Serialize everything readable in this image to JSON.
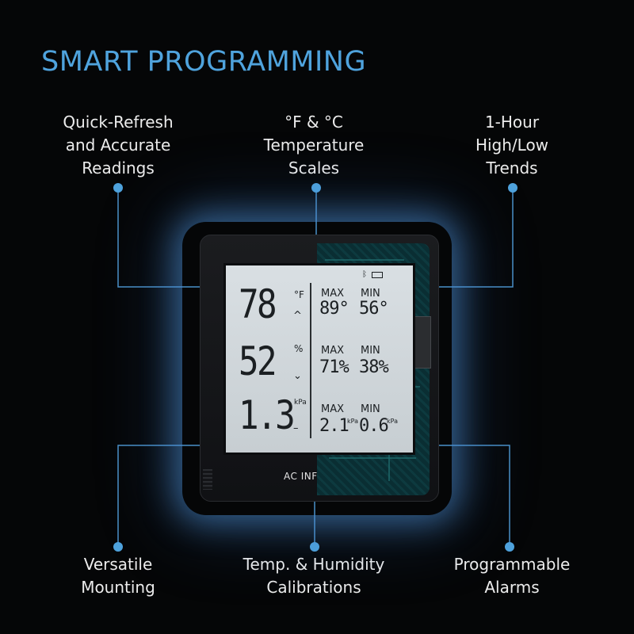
{
  "header": {
    "title": "SMART PROGRAMMING"
  },
  "features": [
    {
      "lines": [
        "Quick-Refresh",
        "and Accurate",
        "Readings"
      ]
    },
    {
      "lines": [
        "°F & °C",
        "Temperature",
        "Scales"
      ]
    },
    {
      "lines": [
        "1-Hour",
        "High/Low",
        "Trends"
      ]
    },
    {
      "lines": [
        "Versatile",
        "Mounting"
      ]
    },
    {
      "lines": [
        "Temp. & Humidity",
        "Calibrations"
      ]
    },
    {
      "lines": [
        "Programmable",
        "Alarms"
      ]
    }
  ],
  "display": {
    "rows": [
      {
        "current": "78",
        "unit": "°F",
        "trend": "^",
        "max_label": "MAX",
        "min_label": "MIN",
        "max": "89°",
        "min": "56°"
      },
      {
        "current": "52",
        "unit": "%",
        "trend": "⌄",
        "max_label": "MAX",
        "min_label": "MIN",
        "max": "71%",
        "min": "38%"
      },
      {
        "current": "1.3",
        "unit": "kPa",
        "trend": "–",
        "max_label": "MAX",
        "min_label": "MIN",
        "max": "2.1",
        "min": "0.6",
        "small_unit": "kPa"
      }
    ],
    "bluetooth_icon": "bluetooth-icon",
    "battery_icon": "battery-icon"
  },
  "device": {
    "brand": "AC INF"
  },
  "colors": {
    "accent": "#4fa3dd",
    "background": "#050607",
    "line": "#4a90c8"
  }
}
